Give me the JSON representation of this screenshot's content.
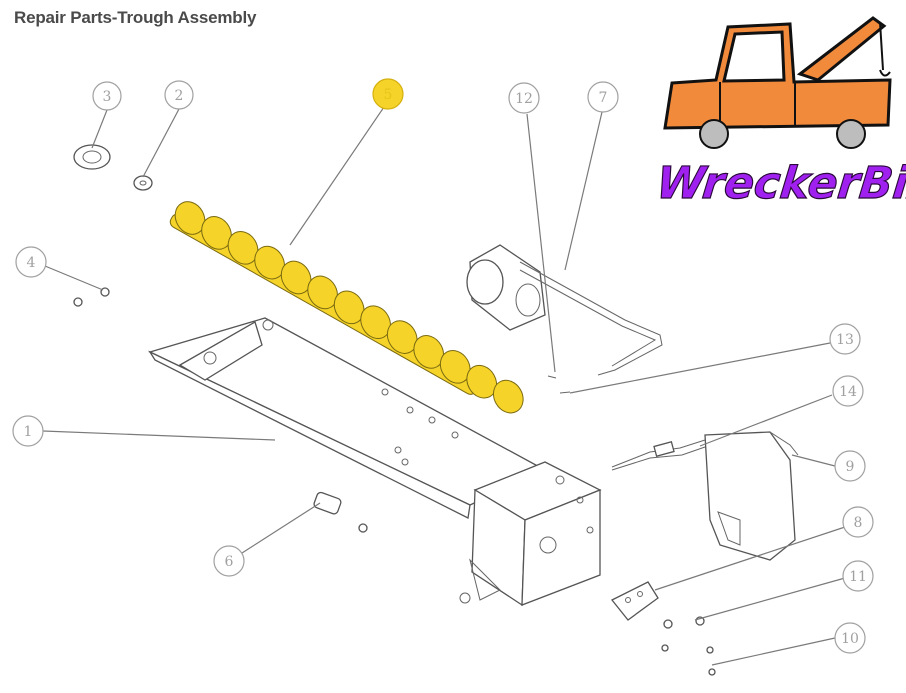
{
  "title": "Repair Parts-Trough Assembly",
  "logo": {
    "text": "WreckerBiz",
    "truck_color": "#f28a3c",
    "text_color": "#a020f0"
  },
  "highlight_color": "#f5d328",
  "callouts": [
    {
      "id": "c1",
      "label": "1"
    },
    {
      "id": "c2",
      "label": "2"
    },
    {
      "id": "c3",
      "label": "3"
    },
    {
      "id": "c4",
      "label": "4"
    },
    {
      "id": "c5",
      "label": "5"
    },
    {
      "id": "c6",
      "label": "6"
    },
    {
      "id": "c7",
      "label": "7"
    },
    {
      "id": "c8",
      "label": "8"
    },
    {
      "id": "c9",
      "label": "9"
    },
    {
      "id": "c10",
      "label": "10"
    },
    {
      "id": "c11",
      "label": "11"
    },
    {
      "id": "c12",
      "label": "12"
    },
    {
      "id": "c13",
      "label": "13"
    },
    {
      "id": "c14",
      "label": "14"
    }
  ]
}
